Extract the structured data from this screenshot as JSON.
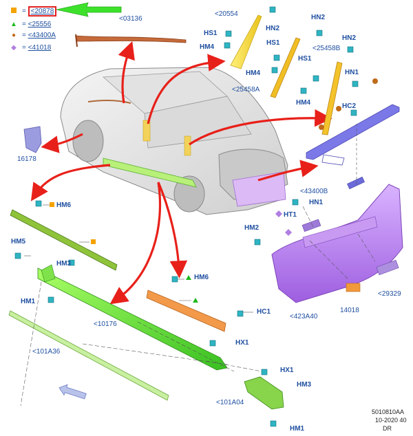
{
  "legend": {
    "items": [
      {
        "symbol": "square",
        "color": "#f4a300",
        "code": "<20878"
      },
      {
        "symbol": "triangle",
        "color": "#1fb81f",
        "code": "<25556"
      },
      {
        "symbol": "circle",
        "color": "#c06a1a",
        "code": "<43400A"
      },
      {
        "symbol": "diamond",
        "color": "#b07fe0",
        "code": "<41018"
      }
    ]
  },
  "parts": {
    "p03136": "<03136",
    "p20554": "<20554",
    "hs1_a": "HS1",
    "hm4_a": "HM4",
    "hn2_a": "HN2",
    "hn2_b": "HN2",
    "hn2_c": "HN2",
    "hs1_b": "HS1",
    "hs1_c": "HS1",
    "p25458b": "<25458B",
    "hm4_b": "HM4",
    "hm4_c": "HM4",
    "p25458a": "<25458A",
    "hn1_a": "HN1",
    "hc2": "HC2",
    "p16178": "16178",
    "hm6_a": "HM6",
    "hm5": "HM5",
    "hm3_a": "HM3",
    "hm1_a": "HM1",
    "hm6_b": "HM6",
    "hc1": "HC1",
    "p10176": "<10176",
    "hx1_a": "HX1",
    "p101a36": "<101A36",
    "p43400b": "<43400B",
    "hn1_b": "HN1",
    "ht1": "HT1",
    "hm2": "HM2",
    "p29329": "<29329",
    "p423a40": "<423A40",
    "p14018": "14018",
    "hx1_b": "HX1",
    "hm3_b": "HM3",
    "p101a04": "<101A04",
    "hm1_b": "HM1"
  },
  "footer": {
    "code": "5010810AA",
    "date": "10-2020 40",
    "side": "DR"
  }
}
